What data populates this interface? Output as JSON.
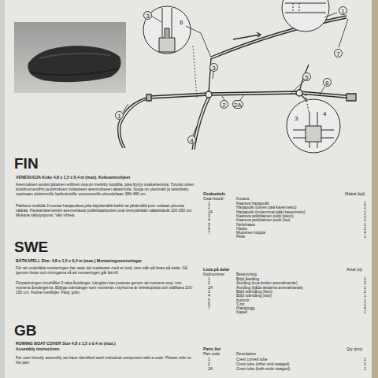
{
  "diagram": {
    "labels": [
      "3",
      "6",
      "1",
      "7",
      "3",
      "5",
      "2",
      "2A",
      "6",
      "1",
      "4",
      "3",
      "4",
      "FIN",
      "VENESUOJA Koko 4,8 x 1,5 x 0,4 m (max). Kokoamisohjeet",
      "Asennuksen avuksi jokainen erillinen osa on merkitty koodilla, joka löytyy osaluettelosta. Tutustu osien koodinumeroihin ja piirroksen mukaiseen asennukseen takasivulla. Suoja on yleismalli ja tarkoitettu sopimaan yleisimmille lasikuituisille soutuveneille pituudeltaan 386-480 cm.",
      "Pakkaus sisältää 3 suoraa harjaputkea joita käyttämällä kaikki tai jättämällä pois voidaan pituutta säätää. Hankarrakenteisiin asennettavat poikkikaariputket ovat leveydeltään säädettävät 100-150 cm. Mukana säilytyspussi. Väri vihreä.",
      "Osaluettelo",
      "Määrä (kpl)",
      "Osan koodi",
      "Kuvaus",
      "1",
      "2",
      "2A",
      "3",
      "4",
      "5",
      "6",
      "7",
      "Kaareva harjaputki",
      "Harjaputki (toinen pää kavennettu)",
      "Harjaputki (molemmat päät kavennettu)",
      "Kaareva poikittainen putki (pieni)",
      "Kaareva poikittainen putki (iso)",
      "Nelishaara",
      "Haara",
      "Muovinen tulppa",
      "Peite",
      "2",
      "2",
      "1",
      "2",
      "1",
      "1",
      "2",
      "4",
      "1",
      "SWE",
      "BÅTKAPELL Dim. 4,8 x 1,5 x 0,4 m (max.) Monteringsanvisningar",
      "För att underlätta monteringen har varje del markerats med en kod, som står på listan på delar. Gå igenom listan och ritningarna så att monteringen går lätt till.",
      "Förpackningen innehåller 3 raka åsstänger. Längden kan justeras genom att montera resp. inte montera åsstängerna. Böjliga tvärstänger som monteras i styrkorna är teleskopiska och ställbara 100-150 cm. Fodral medföljer. Färg: grön.",
      "Lista på delar",
      "Antal (st)",
      "Kodnummer",
      "Beskrivning",
      "1",
      "2",
      "2A",
      "3",
      "4",
      "5",
      "6",
      "7",
      "Böjd åsstång",
      "Åsstång (ena änden avsmalnande)",
      "Åsstång (båda ändarna avsmalnande)",
      "Böjd tvärstång (liten)",
      "Böjd tvärstång (stor)",
      "Korsrör",
      "T-rör",
      "Plastplugg",
      "Kapell",
      "2",
      "2",
      "1",
      "2",
      "1",
      "1",
      "2",
      "4",
      "1",
      "GB",
      "ROWING BOAT COVER Size 4,8 x 1,5 x 0,4 m (max.)",
      "Assembly instructions",
      "For user friendly assembly we have identified each individual component with a code. Please refer to the part",
      "Parts list",
      "Qty (pcs)",
      "Part code",
      "Description",
      "1",
      "2",
      "2A",
      "Crest curved tube",
      "Crest tube (other end swaged)",
      "Crest tube (both ends swaged)",
      "2",
      "2",
      "1"
    ]
  }
}
